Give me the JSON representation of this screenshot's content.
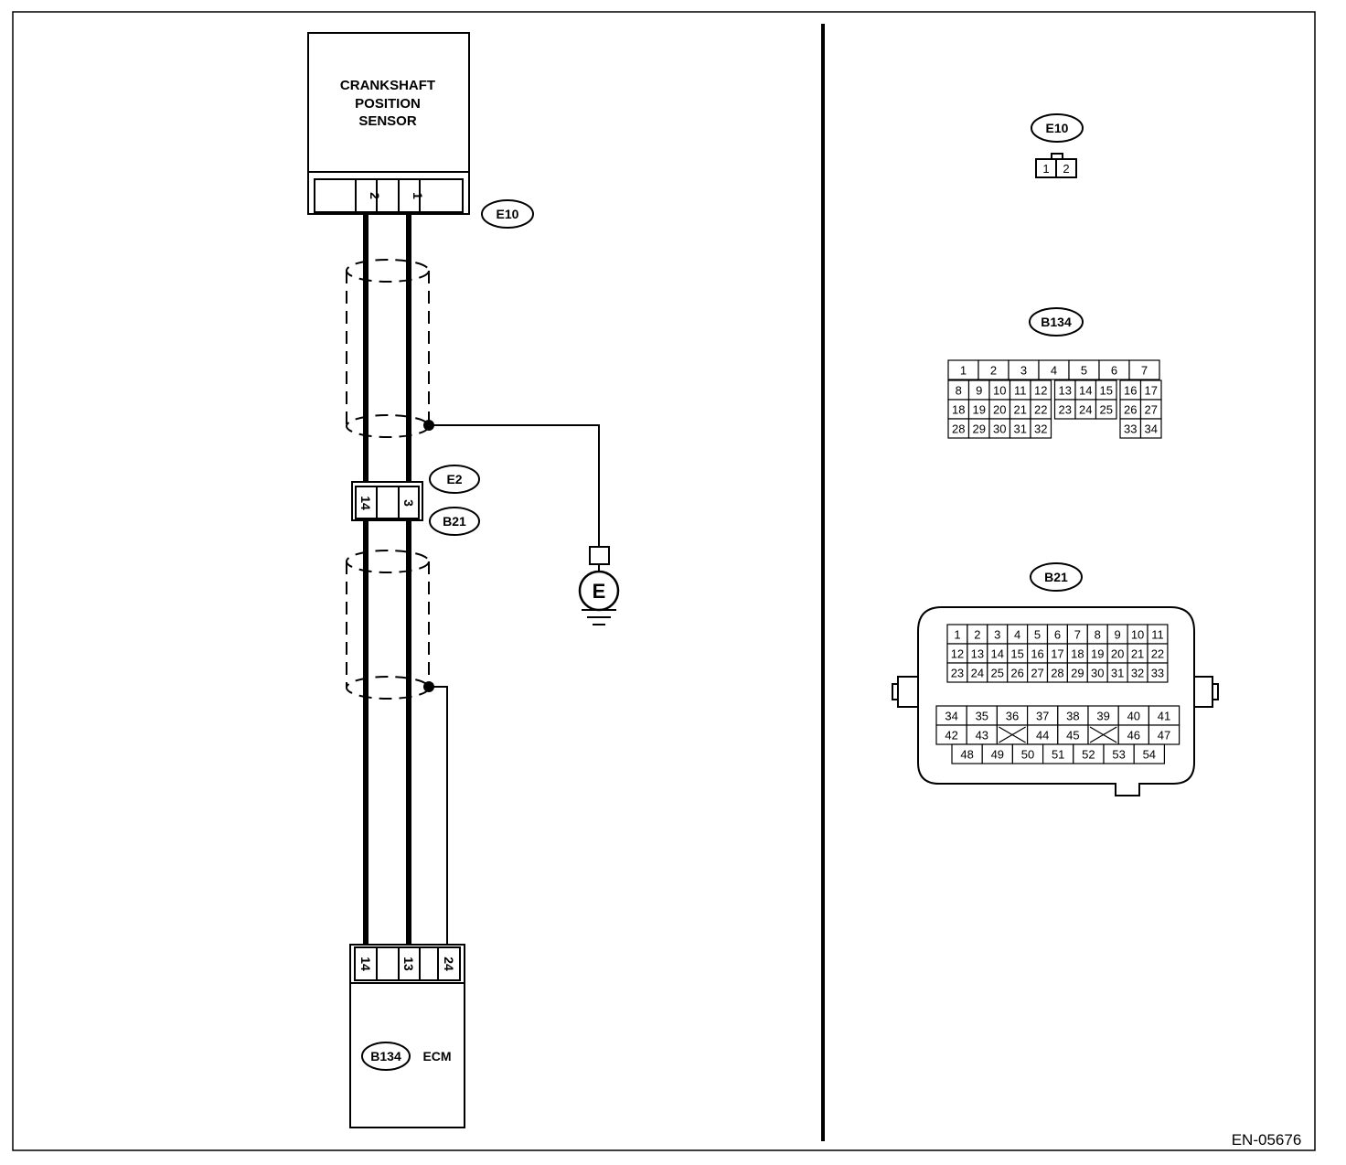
{
  "diagram_id": "EN-05676",
  "sensor": {
    "title_lines": [
      "CRANKSHAFT",
      "POSITION",
      "SENSOR"
    ]
  },
  "ecm": {
    "label": "ECM",
    "connector_tag": "B134"
  },
  "connectors": {
    "e10": {
      "tag": "E10",
      "pins": [
        "2",
        "1"
      ]
    },
    "e2": {
      "tag": "E2"
    },
    "b21": {
      "tag": "B21"
    },
    "joint_pins": [
      "14",
      "3"
    ],
    "ecm_pins": [
      "14",
      "13",
      "24"
    ]
  },
  "ground": {
    "label": "E"
  },
  "views": {
    "e10": {
      "tag": "E10",
      "pins": [
        "1",
        "2"
      ]
    },
    "b134": {
      "tag": "B134",
      "rows": [
        [
          "1",
          "2",
          "3",
          "4",
          "5",
          "6",
          "7"
        ],
        [
          "8",
          "9",
          "10",
          "11",
          "12",
          "13",
          "14",
          "15",
          "16",
          "17"
        ],
        [
          "18",
          "19",
          "20",
          "21",
          "22",
          "23",
          "24",
          "25",
          "26",
          "27"
        ],
        [
          "28",
          "29",
          "30",
          "31",
          "32",
          "33",
          "34"
        ]
      ]
    },
    "b21": {
      "tag": "B21",
      "upper_rows": [
        [
          "1",
          "2",
          "3",
          "4",
          "5",
          "6",
          "7",
          "8",
          "9",
          "10",
          "11"
        ],
        [
          "12",
          "13",
          "14",
          "15",
          "16",
          "17",
          "18",
          "19",
          "20",
          "21",
          "22"
        ],
        [
          "23",
          "24",
          "25",
          "26",
          "27",
          "28",
          "29",
          "30",
          "31",
          "32",
          "33"
        ]
      ],
      "lower_rows": [
        [
          "34",
          "35",
          "36",
          "37",
          "38",
          "39",
          "40",
          "41"
        ],
        [
          "42",
          "43",
          "",
          "44",
          "45",
          "",
          "46",
          "47"
        ],
        [
          "48",
          "49",
          "50",
          "51",
          "52",
          "53",
          "54"
        ]
      ]
    }
  }
}
